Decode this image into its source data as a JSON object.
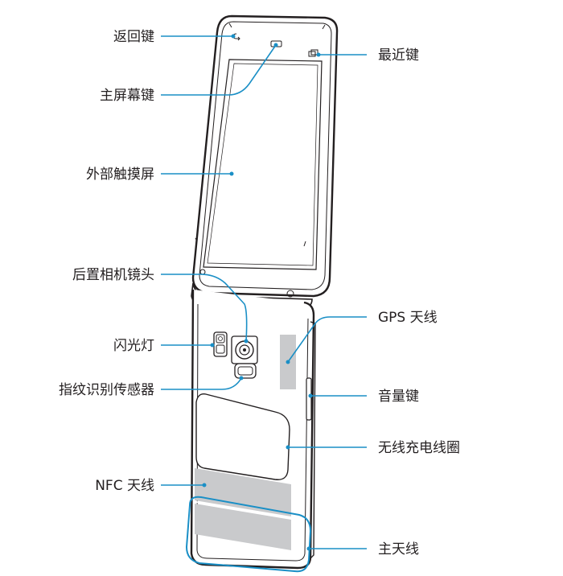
{
  "diagram": {
    "labels": {
      "back_key": "返回键",
      "home_key": "主屏幕键",
      "recent_key": "最近键",
      "outer_touchscreen": "外部触摸屏",
      "rear_camera": "后置相机镜头",
      "flash": "闪光灯",
      "fingerprint_sensor": "指纹识别传感器",
      "gps_antenna": "GPS 天线",
      "volume_key": "音量键",
      "wireless_charging_coil": "无线充电线圈",
      "nfc_antenna": "NFC 天线",
      "main_antenna": "主天线"
    },
    "colors": {
      "leader_line": "#1a8fc6",
      "label_text": "#231f20",
      "device_outline": "#231f20",
      "antenna_area": "#c9cacc"
    }
  }
}
